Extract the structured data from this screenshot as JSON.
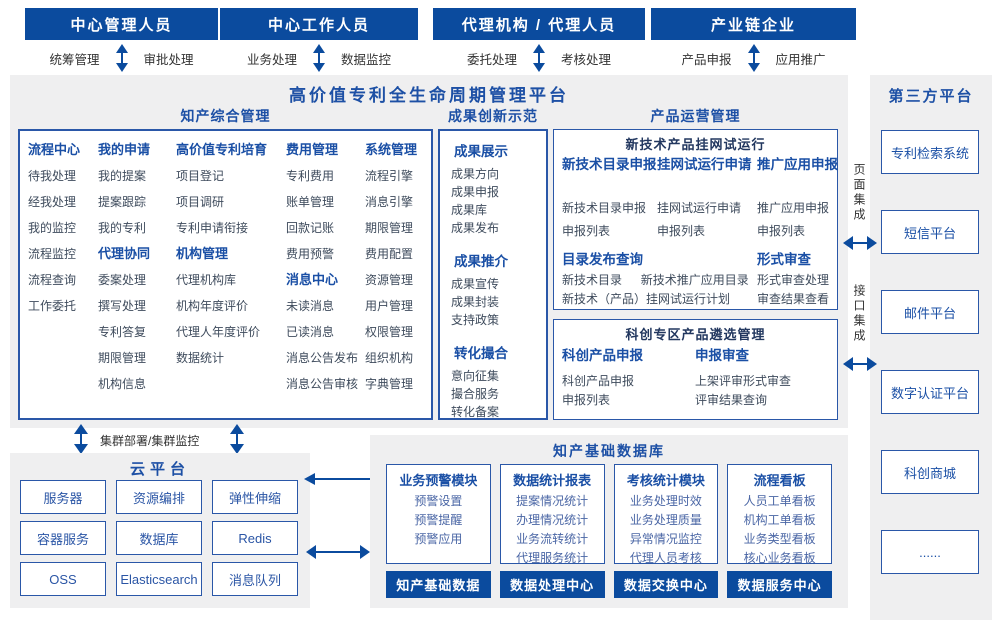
{
  "colors": {
    "primary_dark_blue": "#0b4b9e",
    "title_blue": "#1d50a5",
    "border_blue": "#2a57a8",
    "item_gray": "#3e4b5c",
    "panel_gray": "#efeff0",
    "data_item_blue": "#4a66a5",
    "box_title_navy": "#22375f"
  },
  "top_roles": [
    {
      "title": "中心管理人员",
      "left": "统筹管理",
      "right": "审批处理"
    },
    {
      "title": "中心工作人员",
      "left": "业务处理",
      "right": "数据监控"
    },
    {
      "title": "代理机构 / 代理人员",
      "left": "委托处理",
      "right": "考核处理"
    },
    {
      "title": "产业链企业",
      "left": "产品申报",
      "right": "应用推广"
    }
  ],
  "platform": {
    "title": "高价值专利全生命周期管理平台",
    "ip_mgmt": {
      "title": "知产综合管理",
      "columns": [
        {
          "groups": [
            {
              "header": "流程中心",
              "items": [
                "待我处理",
                "经我处理",
                "我的监控",
                "流程监控",
                "流程查询",
                "工作委托"
              ]
            }
          ]
        },
        {
          "groups": [
            {
              "header": "我的申请",
              "items": [
                "我的提案",
                "提案跟踪",
                "我的专利"
              ]
            },
            {
              "header": "代理协同",
              "items": [
                "委案处理",
                "撰写处理",
                "专利答复",
                "期限管理",
                "机构信息"
              ]
            }
          ]
        },
        {
          "groups": [
            {
              "header": "高价值专利培育",
              "items": [
                "项目登记",
                "项目调研",
                "专利申请衔接"
              ]
            },
            {
              "header": "机构管理",
              "items": [
                "代理机构库",
                "机构年度评价",
                "代理人年度评价",
                "数据统计"
              ]
            }
          ]
        },
        {
          "groups": [
            {
              "header": "费用管理",
              "items": [
                "专利费用",
                "账单管理",
                "回款记账",
                "费用预警"
              ]
            },
            {
              "header": "消息中心",
              "items": [
                "未读消息",
                "已读消息",
                "消息公告发布",
                "消息公告审核"
              ]
            }
          ]
        },
        {
          "groups": [
            {
              "header": "系统管理",
              "items": [
                "流程引擎",
                "消息引擎",
                "期限管理",
                "费用配置",
                "资源管理",
                "用户管理",
                "权限管理",
                "组织机构",
                "字典管理"
              ]
            }
          ]
        }
      ]
    },
    "achievement": {
      "title": "成果创新示范",
      "groups": [
        {
          "header": "成果展示",
          "items": [
            "成果方向",
            "成果申报",
            "成果库",
            "成果发布"
          ]
        },
        {
          "header": "成果推介",
          "items": [
            "成果宣传",
            "成果封装",
            "支持政策"
          ]
        },
        {
          "header": "转化撮合",
          "items": [
            "意向征集",
            "撮合服务",
            "转化备案"
          ]
        }
      ]
    },
    "product_ops": {
      "title": "产品运营管理",
      "box1": {
        "title": "新技术产品挂网试运行",
        "cols": [
          {
            "header": "新技术目录申报",
            "items": [
              "新技术目录申报",
              "申报列表"
            ]
          },
          {
            "header": "挂网试运行申请",
            "items": [
              "挂网试运行申请",
              "申报列表"
            ]
          },
          {
            "header": "推广应用申报",
            "items": [
              "推广应用申报",
              "申报列表"
            ]
          }
        ],
        "catalog": {
          "header": "目录发布查询",
          "row1a": "新技术目录",
          "row1b": "新技术推广应用目录",
          "row2": "新技术（产品）挂网试运行计划"
        },
        "review": {
          "header": "形式审查",
          "items": [
            "形式审查处理",
            "审查结果查看"
          ]
        }
      },
      "box2": {
        "title": "科创专区产品遴选管理",
        "cols": [
          {
            "header": "科创产品申报",
            "items": [
              "科创产品申报",
              "申报列表"
            ]
          },
          {
            "header": "申报审查",
            "items": [
              "上架评审形式审查",
              "评审结果查询"
            ]
          }
        ]
      }
    }
  },
  "third_party": {
    "title": "第三方平台",
    "boxes": [
      "专利检索系统",
      "短信平台",
      "邮件平台",
      "数字认证平台",
      "科创商城",
      "......"
    ],
    "page_integration": "页面集成",
    "api_integration": "接口集成"
  },
  "cloud": {
    "title": "云平台",
    "link_label": "集群部署/集群监控",
    "boxes": [
      "服务器",
      "资源编排",
      "弹性伸缩",
      "容器服务",
      "数据库",
      "Redis",
      "OSS",
      "Elasticsearch",
      "消息队列"
    ]
  },
  "data_platform": {
    "title": "知产基础数据库",
    "modules": [
      {
        "header": "业务预警模块",
        "items": [
          "预警设置",
          "预警提醒",
          "预警应用"
        ],
        "footer": "知产基础数据"
      },
      {
        "header": "数据统计报表",
        "items": [
          "提案情况统计",
          "办理情况统计",
          "业务流转统计",
          "代理服务统计"
        ],
        "footer": "数据处理中心"
      },
      {
        "header": "考核统计模块",
        "items": [
          "业务处理时效",
          "业务处理质量",
          "异常情况监控",
          "代理人员考核"
        ],
        "footer": "数据交换中心"
      },
      {
        "header": "流程看板",
        "items": [
          "人员工单看板",
          "机构工单看板",
          "业务类型看板",
          "核心业务看板"
        ],
        "footer": "数据服务中心"
      }
    ]
  }
}
